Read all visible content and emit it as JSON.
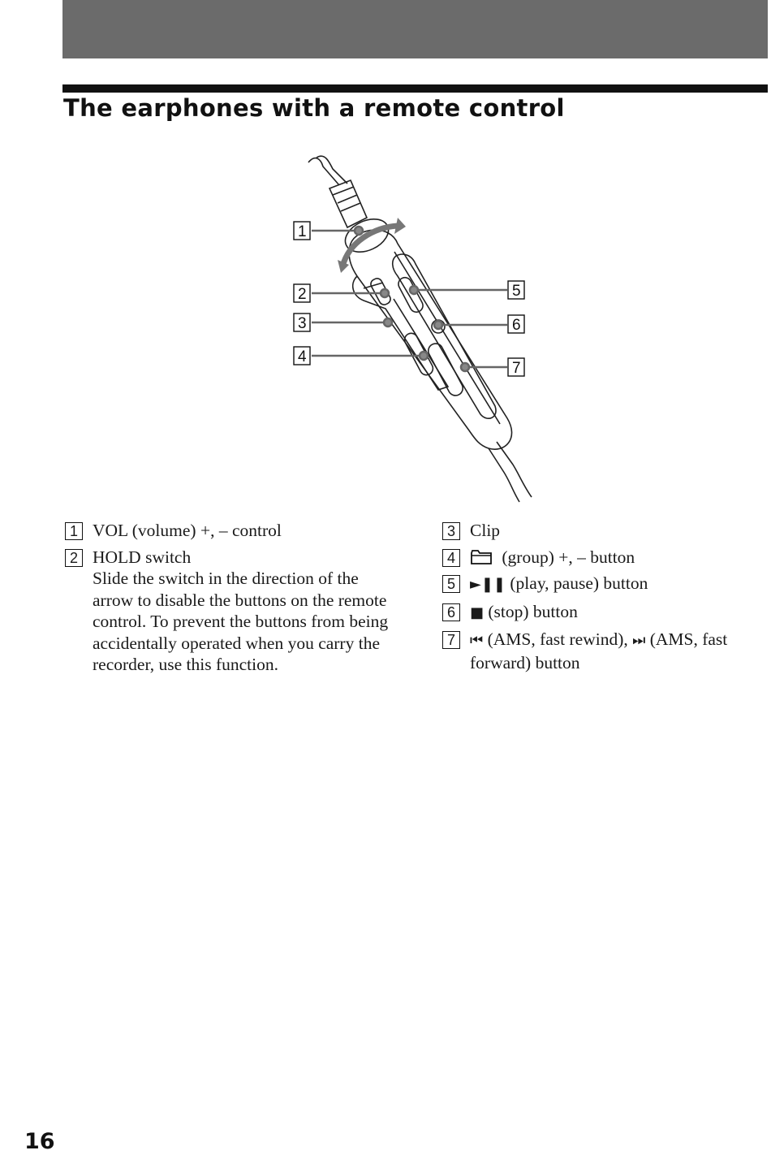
{
  "page": {
    "title": "The earphones with a remote control",
    "page_number": "16"
  },
  "figure": {
    "callouts": [
      "1",
      "2",
      "3",
      "4",
      "5",
      "6",
      "7"
    ]
  },
  "items": [
    {
      "num": "1",
      "text": "VOL (volume) +, – control"
    },
    {
      "num": "2",
      "text": "HOLD switch",
      "desc": "Slide the switch in the direction of the arrow to disable the buttons on the remote control. To prevent the buttons from being accidentally operated when you carry the recorder, use this function."
    },
    {
      "num": "3",
      "text": "Clip"
    },
    {
      "num": "4",
      "icon": "folder-icon",
      "text": "(group) +, – button"
    },
    {
      "num": "5",
      "icon": "play-pause-icon",
      "glyph": "►❚❚",
      "text": "(play, pause) button"
    },
    {
      "num": "6",
      "icon": "stop-icon",
      "glyph": "■",
      "text": "(stop) button"
    },
    {
      "num": "7",
      "icon": "rewind-icon",
      "glyph": "⏮",
      "text": "(AMS, fast rewind),",
      "icon2": "fast-forward-icon",
      "glyph2": "⏭",
      "text2": "(AMS, fast forward) button"
    }
  ]
}
